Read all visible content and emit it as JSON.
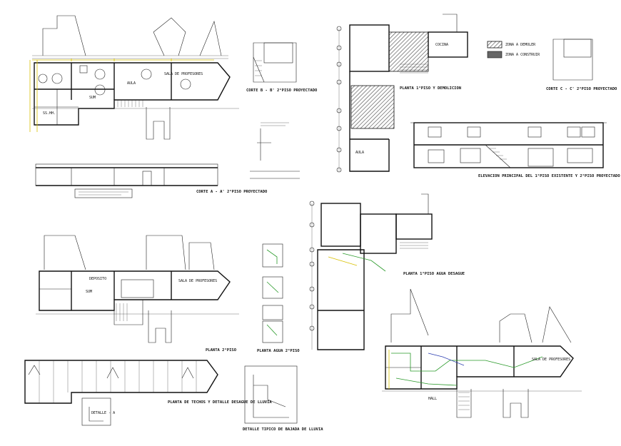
{
  "labels": {
    "a1": "CORTE A - A' 2°PISO PROYECTADO",
    "a2": "CORTE B - B' 2°PISO PROYECTADO",
    "a3": "CORTE C - C' 2°PISO PROYECTADO",
    "a4": "PLANTA 1°PISO Y DEMOLICION",
    "a5": "ELEVACION PRINCIPAL DEL 1°PISO EXISTENTE Y 2°PISO PROYECTADO",
    "a6": "PLANTA 1°PISO AGUA DESAGUE",
    "a7": "PLANTA 2°PISO",
    "a8": "PLANTA DE TECHOS Y DETALLE DESAGUE DE LLUVIA",
    "a9": "PLANTA AGUA 2°PISO",
    "a10": "DETALLE TIPICO DE BAJADA DE LLUVIA",
    "a11": "DETALLE - A"
  },
  "room_labels": {
    "r1": "SALA DE PROFESORES",
    "r2": "SUM",
    "r3": "AULA",
    "r4": "COCINA",
    "r5": "DEPOSITO",
    "r6": "SS.HH.",
    "r7": "HALL"
  },
  "legend": {
    "l1": "ZONA A DEMOLER",
    "l2": "ZONA A CONSTRUIR"
  },
  "colors": {
    "walls": "#111111",
    "water_line": "#2a9a2a",
    "drain_line": "#d8c000",
    "hatch": "#555555",
    "paper": "#ffffff"
  }
}
